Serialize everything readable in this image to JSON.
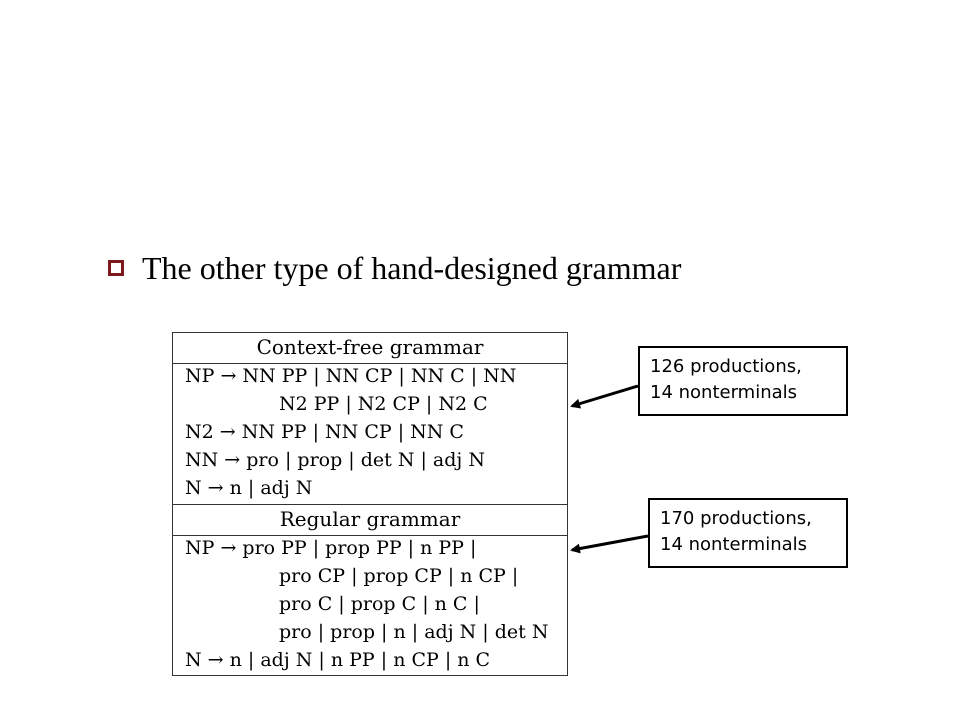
{
  "slide": {
    "bullet": "The other type of hand-designed grammar"
  },
  "grammar": {
    "cfg_header": "Context-free grammar",
    "cfg_lines": [
      "NP → NN PP | NN CP | NN C | NN",
      "N2 PP | N2 CP | N2 C",
      "N2 → NN PP | NN CP | NN C",
      "NN → pro | prop | det N | adj N",
      "N → n | adj N"
    ],
    "reg_header": "Regular grammar",
    "reg_lines": [
      "NP → pro PP | prop PP | n PP |",
      "pro CP | prop CP | n CP |",
      "pro C | prop C | n C |",
      "pro | prop | n | adj N | det N",
      "N → n | adj N | n PP | n CP | n C"
    ]
  },
  "callouts": {
    "cfg": [
      "126 productions,",
      "14 nonterminals"
    ],
    "reg": [
      "170 productions,",
      "14 nonterminals"
    ]
  },
  "colors": {
    "bullet": "#7b1a1a"
  }
}
